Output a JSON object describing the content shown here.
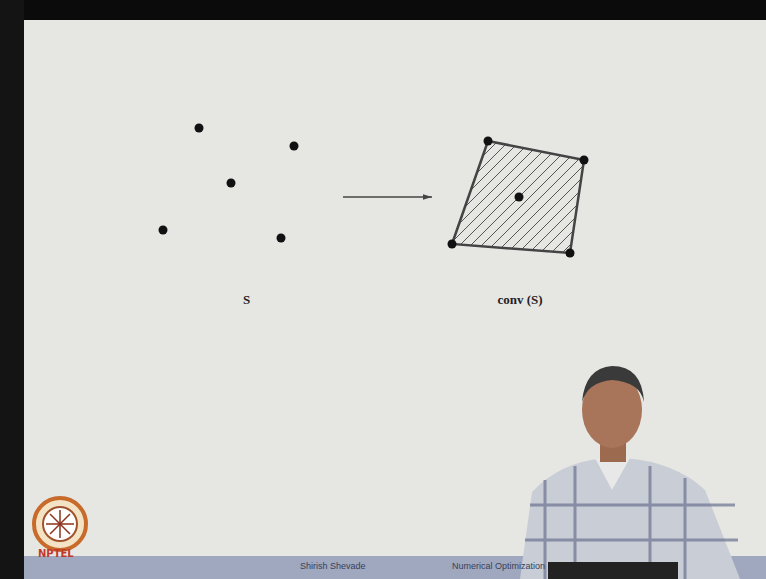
{
  "diagram": {
    "nodes": [
      {
        "text": [
          "S"
        ]
      },
      {
        "text": [
          "conv (S)"
        ]
      }
    ],
    "edges": [
      {
        "from": 0,
        "to": 1,
        "arrow": "to"
      }
    ],
    "labels": [
      "NPTEL",
      "Shirish Shevade",
      "Numerical Optimization"
    ]
  }
}
